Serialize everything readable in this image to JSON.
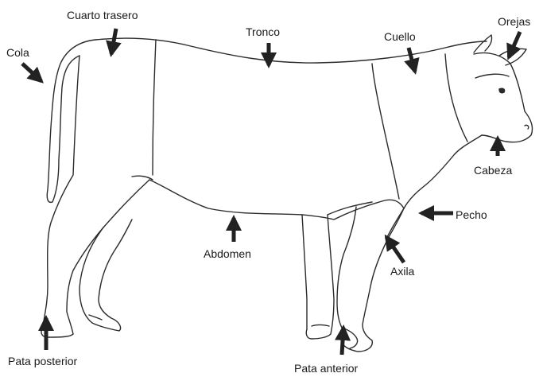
{
  "labels": {
    "cuarto_trasero": "Cuarto trasero",
    "cola": "Cola",
    "tronco": "Tronco",
    "cuello": "Cuello",
    "orejas": "Orejas",
    "cabeza": "Cabeza",
    "pecho": "Pecho",
    "abdomen": "Abdomen",
    "axila": "Axila",
    "pata_posterior": "Pata posterior",
    "pata_anterior": "Pata anterior"
  },
  "colors": {
    "outline": "#2b2b2b",
    "arrow": "#222222",
    "text": "#1a1a1a",
    "background": "#ffffff"
  }
}
